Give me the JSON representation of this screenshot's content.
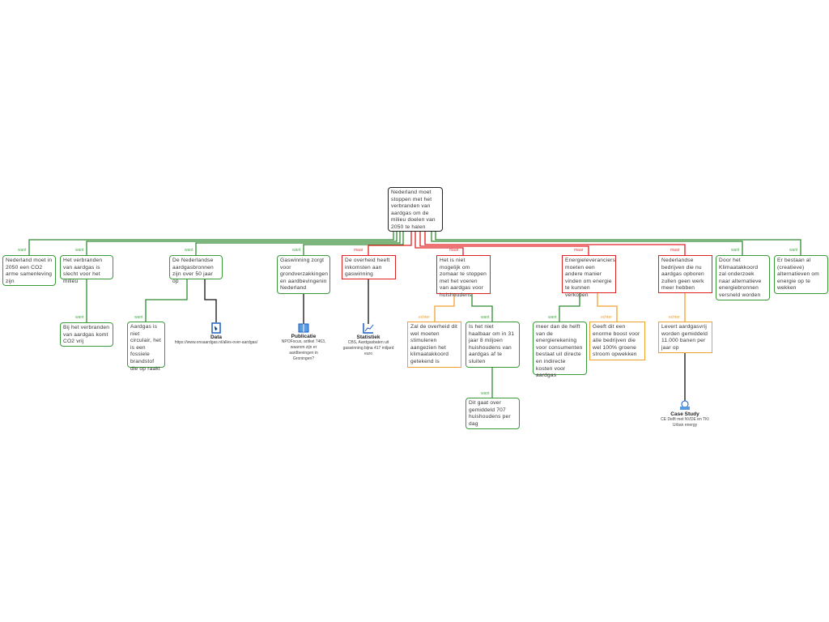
{
  "root": "Nederland moet stoppen met het verbranden van aardgas om de milieu doelen van 2050 te halen",
  "labels": {
    "want": "want",
    "maar": "maar",
    "echter": "echter"
  },
  "nodes": {
    "a": "Nederland moet in 2050 een CO2 arme samenleving zijn",
    "b": "Het verbranden van aardgas is slecht voor het milieu",
    "c": "De Nederlandse aardgasbronnen zijn over 50 jaar op",
    "d": "Gaswinning zorgt voor grondverzakkingen en aardbevingenin Nederland",
    "e": "De overheid heeft inkomsten aan gaswinning",
    "f": "Het is niet mogelijk om zomaar te stoppen met het voeren van aardgas voor huishoudens",
    "g": "Energieleveranciers moeten een andere manier vinden om energie te kunnen verkopen",
    "h": "Nederlandse bedrijven die nu aardgas opboren zullen geen werk meer hebben",
    "i": "Door het Klimaatakkoord zal onderzoek naar alternatieve energiebronnen versneld worden",
    "j": "Er bestaan al (creatieve) alternatieven om energie op te wekken",
    "b1": "Bij het verbranden van aardgas komt CO2 vrij",
    "c1": "Aardgas is niet circulair, het is een fossiele brandstof die op raakt",
    "f1": "Zal de overheid dit wel moeten stimuleren aangezien het klimaatakkoord getekend is",
    "f2": "Is het niet haalbaar om in 31 jaar 8 miljoen huishoudens van aardgas af te sluiten",
    "f2a": "Dit gaat over gemiddeld 707 huishoudens per dag",
    "g1": "meer dan de helft van de energierekening voor consumenten bestaat uit directe en indirecte kosten voor aardgas",
    "g2": "Geeft dit een enorme boost voor alle bedrijven die wel 100% groene stroom opwekken",
    "h1": "Levert aardgasvrij worden gemiddeld 11.000 banen per jaar op"
  },
  "sources": {
    "data": {
      "type": "Data",
      "text": "https://www.onsaardgas.nl/alles-over-aardgas/"
    },
    "publicatie": {
      "type": "Publicatie",
      "text": "NPOFocus, artikel 7463, waarom zijn er aardbevingen in Groningen?"
    },
    "statistiek": {
      "type": "Statistiek",
      "text": "CBS, Aardgasbaten uit gaswinning bijna 417 miljard euro"
    },
    "casestudy": {
      "type": "Case Study",
      "text": "CE Delft met NVDE en TKI Urban energy"
    }
  },
  "colors": {
    "want": "#2e8b2e",
    "maar": "#e02020",
    "echter": "#f0a030"
  }
}
